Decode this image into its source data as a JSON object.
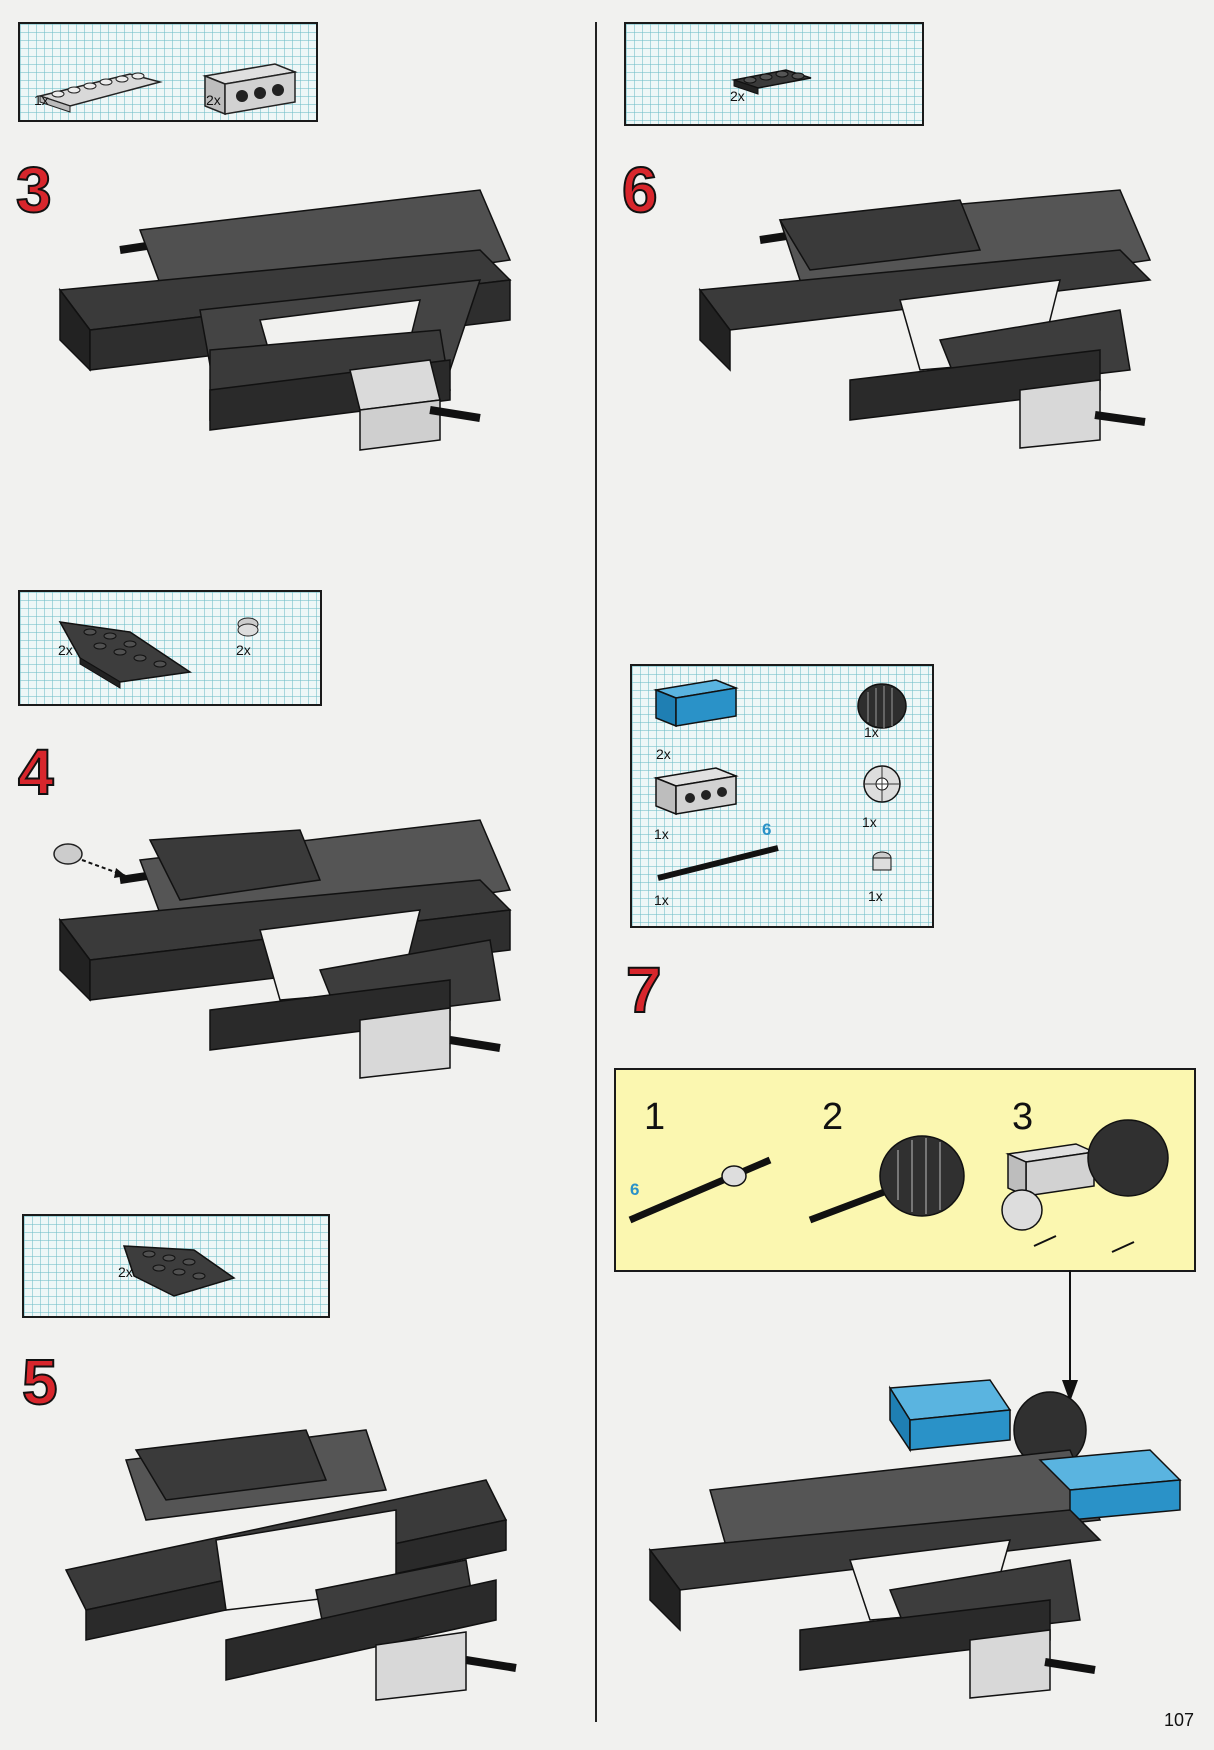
{
  "page_number": "107",
  "steps": {
    "s3": {
      "number": "3",
      "parts": [
        "1x",
        "2x"
      ]
    },
    "s4": {
      "number": "4",
      "parts": [
        "2x",
        "2x"
      ]
    },
    "s5": {
      "number": "5",
      "parts": [
        "2x"
      ]
    },
    "s6": {
      "number": "6",
      "parts": [
        "2x"
      ]
    },
    "s7": {
      "number": "7",
      "parts": [
        "2x",
        "1x",
        "1x",
        "1x",
        "1x",
        "1x"
      ],
      "axle_length": "6"
    }
  },
  "callout": {
    "sub1": "1",
    "sub2": "2",
    "sub3": "3",
    "axle_length": "6"
  },
  "colors": {
    "step_number": "#d8262c",
    "blue_brick": "#2a92c8",
    "callout_bg": "#fbf7b0",
    "grid_line": "#6ebec8"
  }
}
